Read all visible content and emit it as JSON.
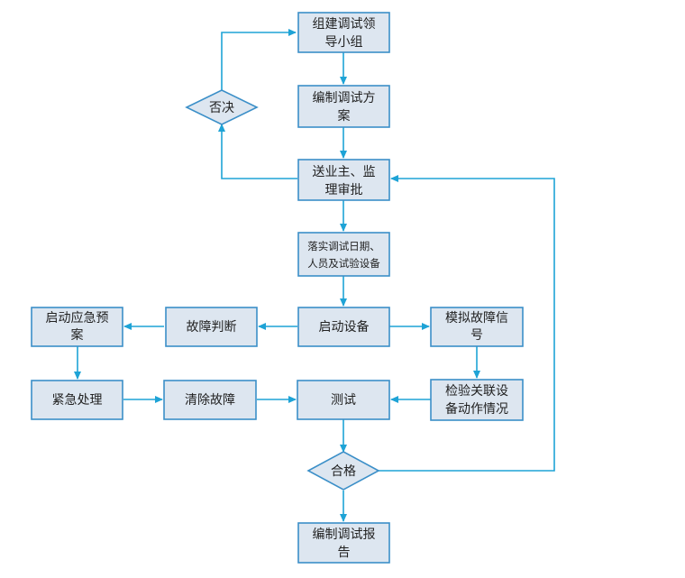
{
  "nodes": {
    "form_team": {
      "lines": [
        "组建调试领",
        "导小组"
      ]
    },
    "write_plan": {
      "lines": [
        "编制调试方",
        "案"
      ]
    },
    "submit_review": {
      "lines": [
        "送业主、监",
        "理审批"
      ]
    },
    "confirm_schedule": {
      "lines": [
        "落实调试日期、",
        "人员及试验设备"
      ]
    },
    "start_equipment": {
      "lines": [
        "启动设备"
      ]
    },
    "fault_judgment": {
      "lines": [
        "故障判断"
      ]
    },
    "emergency_plan": {
      "lines": [
        "启动应急预",
        "案"
      ]
    },
    "emergency_handle": {
      "lines": [
        "紧急处理"
      ]
    },
    "clear_fault": {
      "lines": [
        "清除故障"
      ]
    },
    "test": {
      "lines": [
        "测试"
      ]
    },
    "simulate_fault": {
      "lines": [
        "模拟故障信",
        "号"
      ]
    },
    "check_linkage": {
      "lines": [
        "检验关联设",
        "备动作情况"
      ]
    },
    "write_report": {
      "lines": [
        "编制调试报",
        "告"
      ]
    }
  },
  "decisions": {
    "reject": {
      "label": "否决"
    },
    "qualified": {
      "label": "合格"
    }
  },
  "colors": {
    "box_fill": "#dde6f0",
    "box_stroke": "#3b8fc8",
    "arrow": "#1ea3d6"
  }
}
